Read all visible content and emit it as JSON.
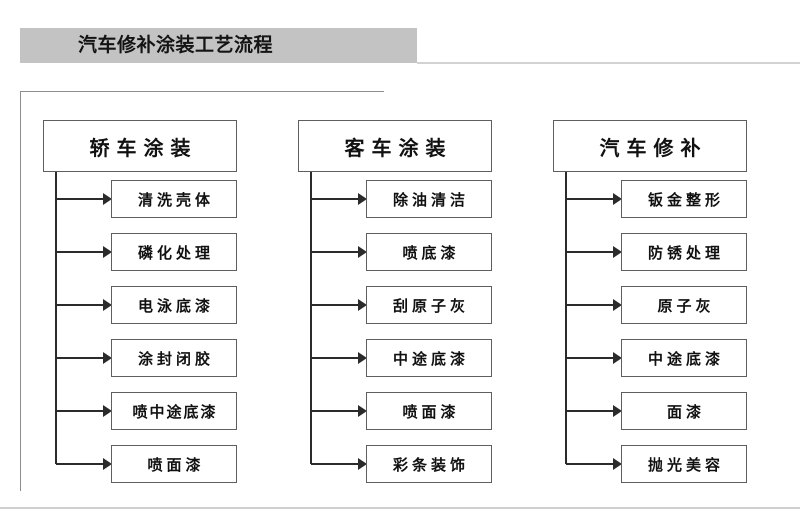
{
  "page": {
    "title": "汽车修补涂装工艺流程",
    "background_color": "#ffffff",
    "title_band_color": "#c3c3c3",
    "line_color": "#2b2b2b",
    "box_border_color": "#5e5e5e"
  },
  "diagram": {
    "columns": [
      {
        "header": "轿车涂装",
        "items": [
          "清洗壳体",
          "磷化处理",
          "电泳底漆",
          "涂封闭胶",
          "喷中途底漆",
          "喷面漆"
        ]
      },
      {
        "header": "客车涂装",
        "items": [
          "除油清洁",
          "喷底漆",
          "刮原子灰",
          "中途底漆",
          "喷面漆",
          "彩条装饰"
        ]
      },
      {
        "header": "汽车修补",
        "items": [
          "钣金整形",
          "防锈处理",
          "原子灰",
          "中途底漆",
          "面漆",
          "抛光美容"
        ]
      }
    ]
  }
}
